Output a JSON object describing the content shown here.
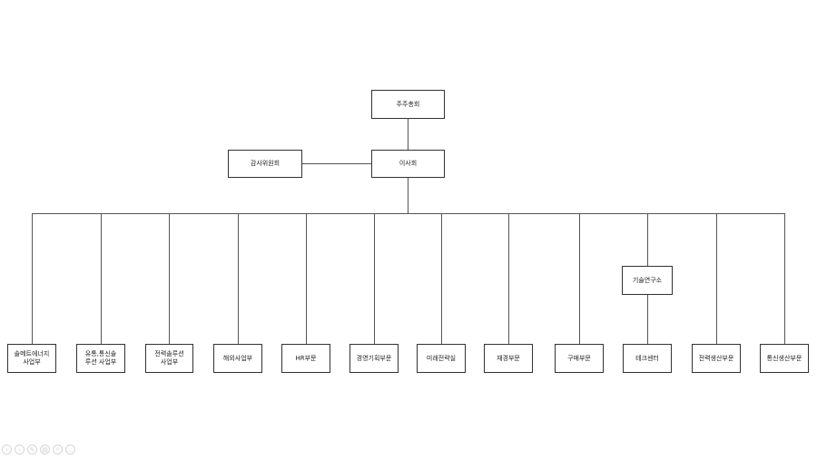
{
  "org_chart": {
    "shareholders": "주주총회",
    "audit_committee": "감사위원회",
    "board": "이사회",
    "tech_institute": "기술연구소",
    "units": [
      "솔메트에너지\n사업부",
      "유통,통신솔\n루션 사업부",
      "전력솔루션\n사업부",
      "해외사업부",
      "HR부문",
      "경영기획부문",
      "미래전략실",
      "재경부문",
      "구매부문",
      "테크센터",
      "전력생산부문",
      "통신생산부문"
    ]
  },
  "viewer_toolbar": {
    "icons": [
      "prev-icon",
      "next-icon",
      "pen-icon",
      "slides-icon",
      "zoom-icon",
      "more-icon"
    ],
    "glyphs": [
      "‹",
      "›",
      "✎",
      "▤",
      "⌕",
      "…"
    ]
  }
}
